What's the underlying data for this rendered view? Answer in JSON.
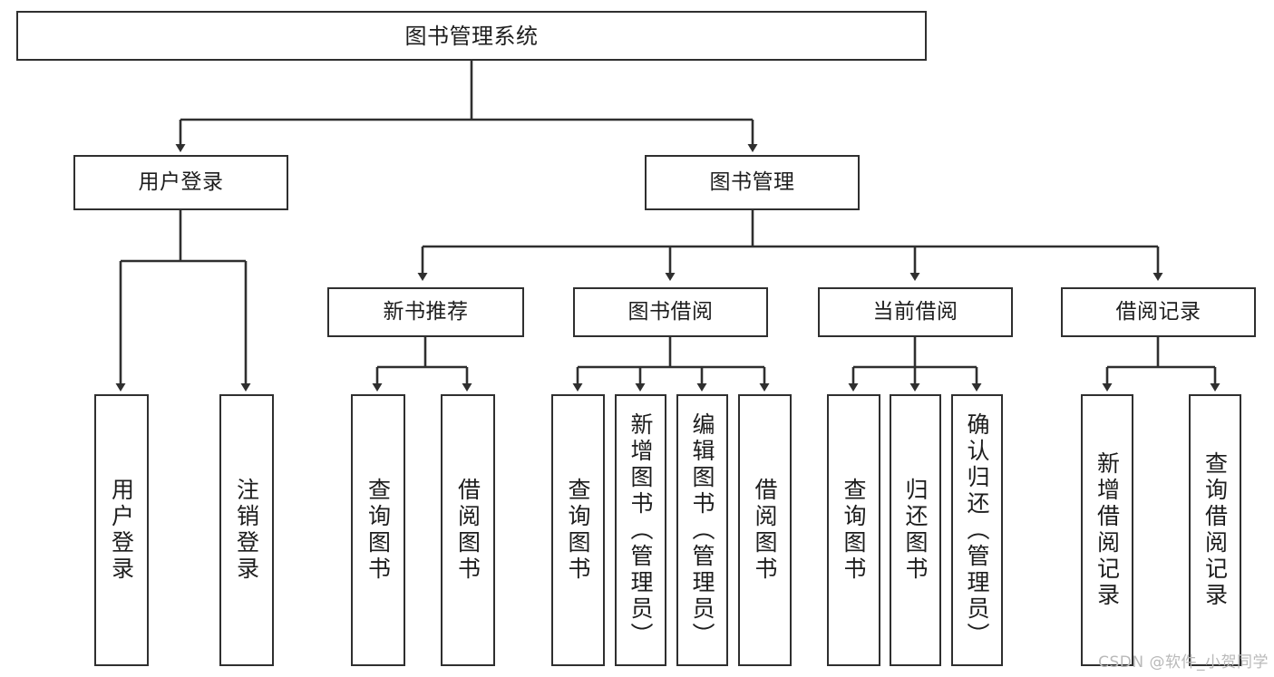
{
  "diagram": {
    "title": "图书管理系统",
    "type": "tree",
    "watermark": "CSDN @软件_小贺同学",
    "colors": {
      "stroke": "#2f2f2f",
      "fill": "#ffffff",
      "text": "#1d1d1d",
      "watermark": "#b9b9b9"
    },
    "nodes": {
      "root": {
        "label": "图书管理系统"
      },
      "level1": [
        {
          "id": "user-login",
          "label": "用户登录"
        },
        {
          "id": "book-manage",
          "label": "图书管理"
        }
      ],
      "level2": [
        {
          "id": "new-book-rec",
          "label": "新书推荐"
        },
        {
          "id": "book-borrow",
          "label": "图书借阅"
        },
        {
          "id": "current-borrow",
          "label": "当前借阅"
        },
        {
          "id": "borrow-record",
          "label": "借阅记录"
        }
      ],
      "leaves": [
        {
          "id": "leaf-user-login",
          "label": "用户登录",
          "parent": "user-login"
        },
        {
          "id": "leaf-user-logout",
          "label": "注销登录",
          "parent": "user-login"
        },
        {
          "id": "leaf-query-book-1",
          "label": "查询图书",
          "parent": "new-book-rec"
        },
        {
          "id": "leaf-borrow-book-1",
          "label": "借阅图书",
          "parent": "new-book-rec"
        },
        {
          "id": "leaf-query-book-2",
          "label": "查询图书",
          "parent": "book-borrow"
        },
        {
          "id": "leaf-add-book",
          "label": "新增图书（管理员）",
          "parent": "book-borrow"
        },
        {
          "id": "leaf-edit-book",
          "label": "编辑图书（管理员）",
          "parent": "book-borrow"
        },
        {
          "id": "leaf-borrow-book-2",
          "label": "借阅图书",
          "parent": "book-borrow"
        },
        {
          "id": "leaf-query-book-3",
          "label": "查询图书",
          "parent": "current-borrow"
        },
        {
          "id": "leaf-return-book",
          "label": "归还图书",
          "parent": "current-borrow"
        },
        {
          "id": "leaf-confirm-return",
          "label": "确认归还（管理员）",
          "parent": "current-borrow"
        },
        {
          "id": "leaf-add-record",
          "label": "新增借阅记录",
          "parent": "borrow-record"
        },
        {
          "id": "leaf-query-record",
          "label": "查询借阅记录",
          "parent": "borrow-record"
        }
      ]
    }
  }
}
